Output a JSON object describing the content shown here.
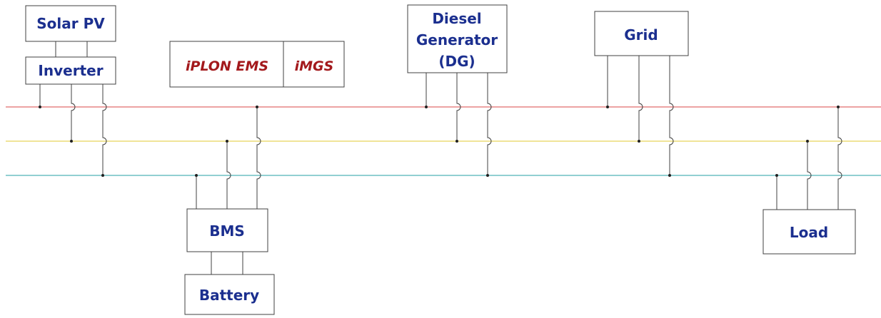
{
  "diagram": {
    "components": {
      "solar_pv": "Solar PV",
      "inverter": "Inverter",
      "ems": "iPLON EMS",
      "imgs": "iMGS",
      "diesel_generator": [
        "Diesel",
        "Generator",
        "(DG)"
      ],
      "grid": "Grid",
      "bms": "BMS",
      "battery": "Battery",
      "load": "Load"
    },
    "bus_colors": {
      "phase_1": "#e06c6c",
      "phase_2": "#e8d35a",
      "phase_3": "#4fb3b8"
    },
    "text_colors": {
      "labels": "#1b2f8f",
      "brand": "#a3191c"
    }
  }
}
